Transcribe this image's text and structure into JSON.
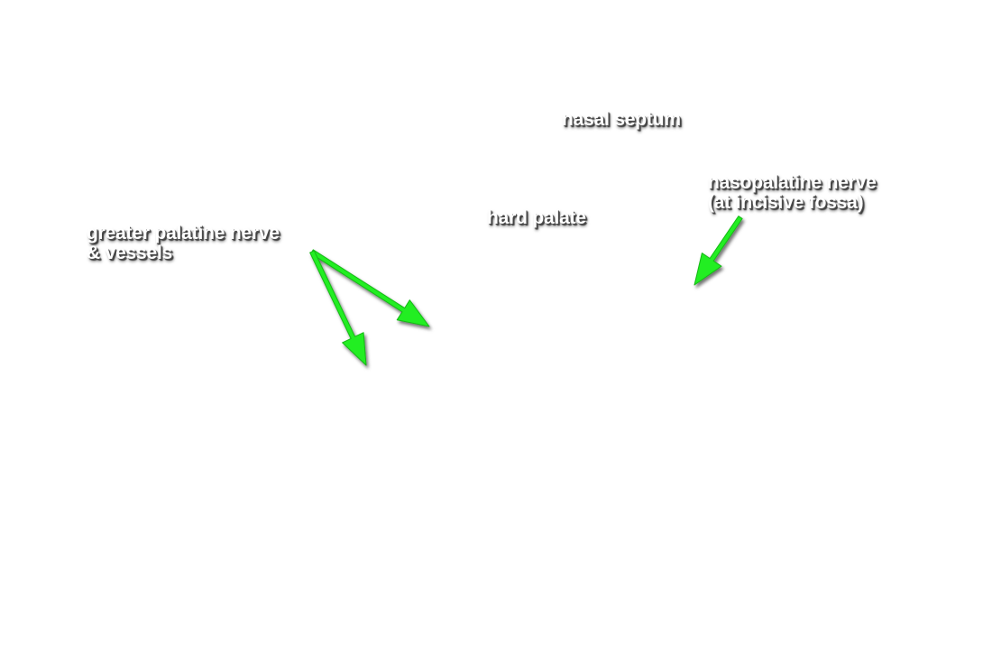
{
  "labels": {
    "nasal_septum": "nasal septum",
    "hard_palate": "hard palate",
    "greater_palatine": {
      "line1": "greater palatine nerve",
      "line2": "& vessels"
    },
    "nasopalatine": {
      "line1": "nasopalatine nerve",
      "line2": "(at incisive fossa)"
    }
  },
  "colors": {
    "background": "#ffffff",
    "label_text": "#ffffff",
    "arrow": "#22ee22"
  }
}
